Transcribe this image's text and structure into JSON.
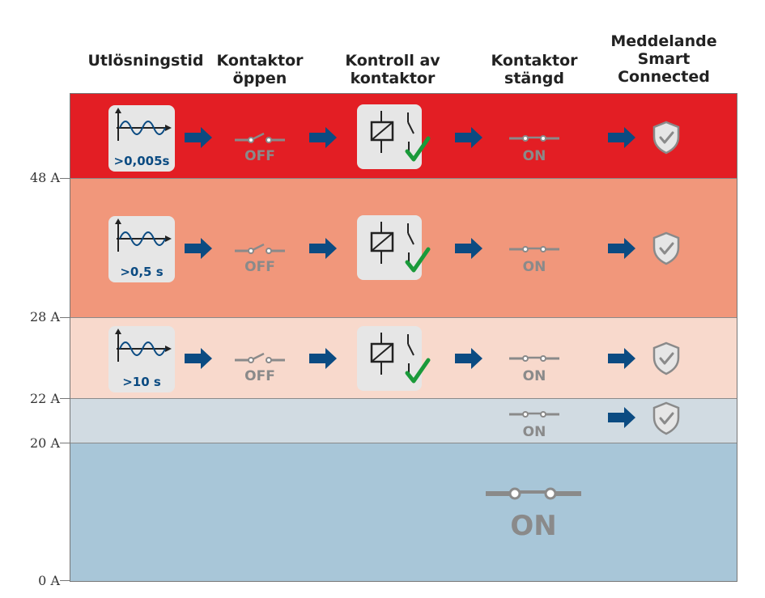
{
  "headers": [
    {
      "id": "trigger-time",
      "label": "Utlösningstid"
    },
    {
      "id": "contactor-open",
      "label": "Kontaktor\nöppen"
    },
    {
      "id": "contactor-check",
      "label": "Kontroll av\nkontaktor"
    },
    {
      "id": "contactor-closed",
      "label": "Kontaktor\nstängd"
    },
    {
      "id": "message",
      "label": "Meddelande\nSmart\nConnected"
    }
  ],
  "y_axis": [
    "48 A",
    "28 A",
    "22 A",
    "20 A",
    "0 A"
  ],
  "rows": [
    {
      "time": ">0,005s",
      "off": "OFF",
      "on": "ON"
    },
    {
      "time": ">0,5 s",
      "off": "OFF",
      "on": "ON"
    },
    {
      "time": ">10 s",
      "off": "OFF",
      "on": "ON"
    },
    {
      "on": "ON"
    }
  ],
  "normal_state": "ON",
  "colors": {
    "band_1": "#e31e24",
    "band_2": "#f1977b",
    "band_3": "#f8d9cc",
    "band_4": "#d1dbe2",
    "band_5": "#a8c6d8",
    "arrow": "#0b4b82",
    "check": "#1a9a3a",
    "switch": "#8a8a8a"
  }
}
